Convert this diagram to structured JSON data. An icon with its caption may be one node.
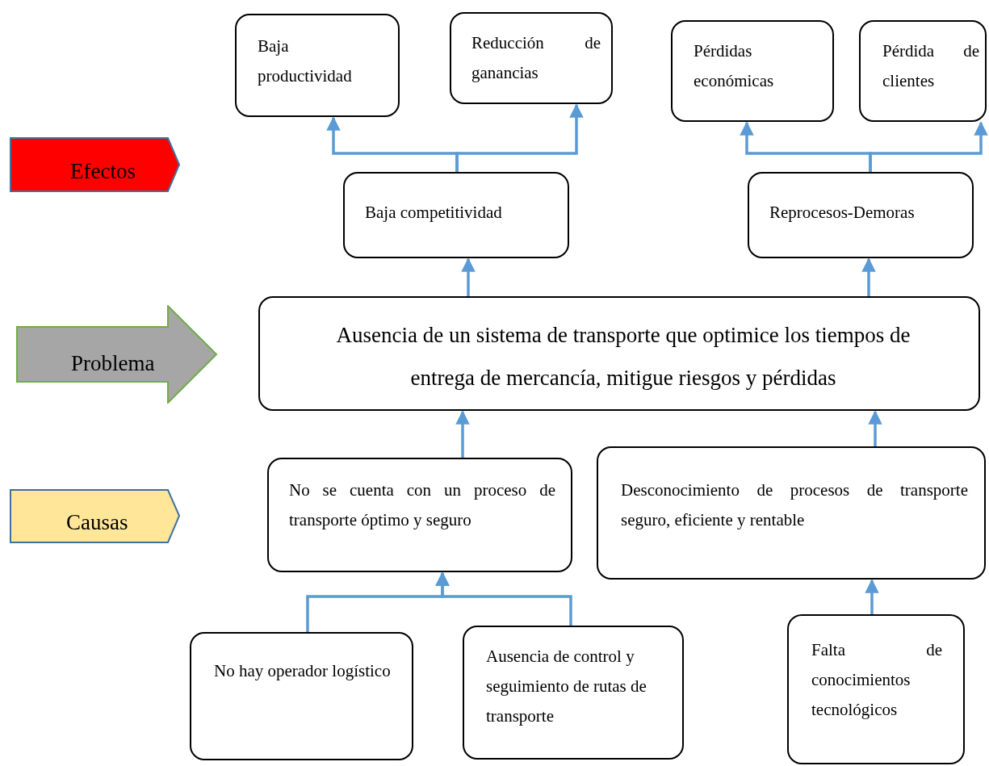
{
  "diagram": {
    "nodes": [
      {
        "text": [
          "Efectos"
        ]
      },
      {
        "text": [
          "Problema"
        ]
      },
      {
        "text": [
          "Causas"
        ]
      },
      {
        "text": [
          "Baja productividad"
        ]
      },
      {
        "text": [
          "Reducción de ganancias"
        ]
      },
      {
        "text": [
          "Pérdidas económicas"
        ]
      },
      {
        "text": [
          "Pérdida de clientes"
        ]
      },
      {
        "text": [
          "Baja competitividad"
        ]
      },
      {
        "text": [
          "Reprocesos-Demoras"
        ]
      },
      {
        "text": [
          "Ausencia de un sistema de transporte que optimice los tiempos de entrega de mercancía, mitigue riesgos y pérdidas"
        ]
      },
      {
        "text": [
          "No se cuenta con un proceso de transporte óptimo y seguro"
        ]
      },
      {
        "text": [
          "Desconocimiento de procesos de transporte seguro, eficiente y rentable"
        ]
      },
      {
        "text": [
          "No hay operador logístico"
        ]
      },
      {
        "text": [
          "Ausencia de control y seguimiento de rutas de transporte"
        ]
      },
      {
        "text": [
          "Falta de conocimientos tecnológicos"
        ]
      }
    ],
    "edges": [
      {
        "from": 7,
        "to": 3,
        "arrow": "to"
      },
      {
        "from": 7,
        "to": 4,
        "arrow": "to"
      },
      {
        "from": 8,
        "to": 5,
        "arrow": "to"
      },
      {
        "from": 8,
        "to": 6,
        "arrow": "to"
      },
      {
        "from": 9,
        "to": 7,
        "arrow": "to"
      },
      {
        "from": 9,
        "to": 8,
        "arrow": "to"
      },
      {
        "from": 10,
        "to": 9,
        "arrow": "to"
      },
      {
        "from": 11,
        "to": 9,
        "arrow": "to"
      },
      {
        "from": 12,
        "to": 10,
        "arrow": "to"
      },
      {
        "from": 13,
        "to": 10,
        "arrow": "to"
      },
      {
        "from": 14,
        "to": 11,
        "arrow": "to"
      }
    ]
  }
}
